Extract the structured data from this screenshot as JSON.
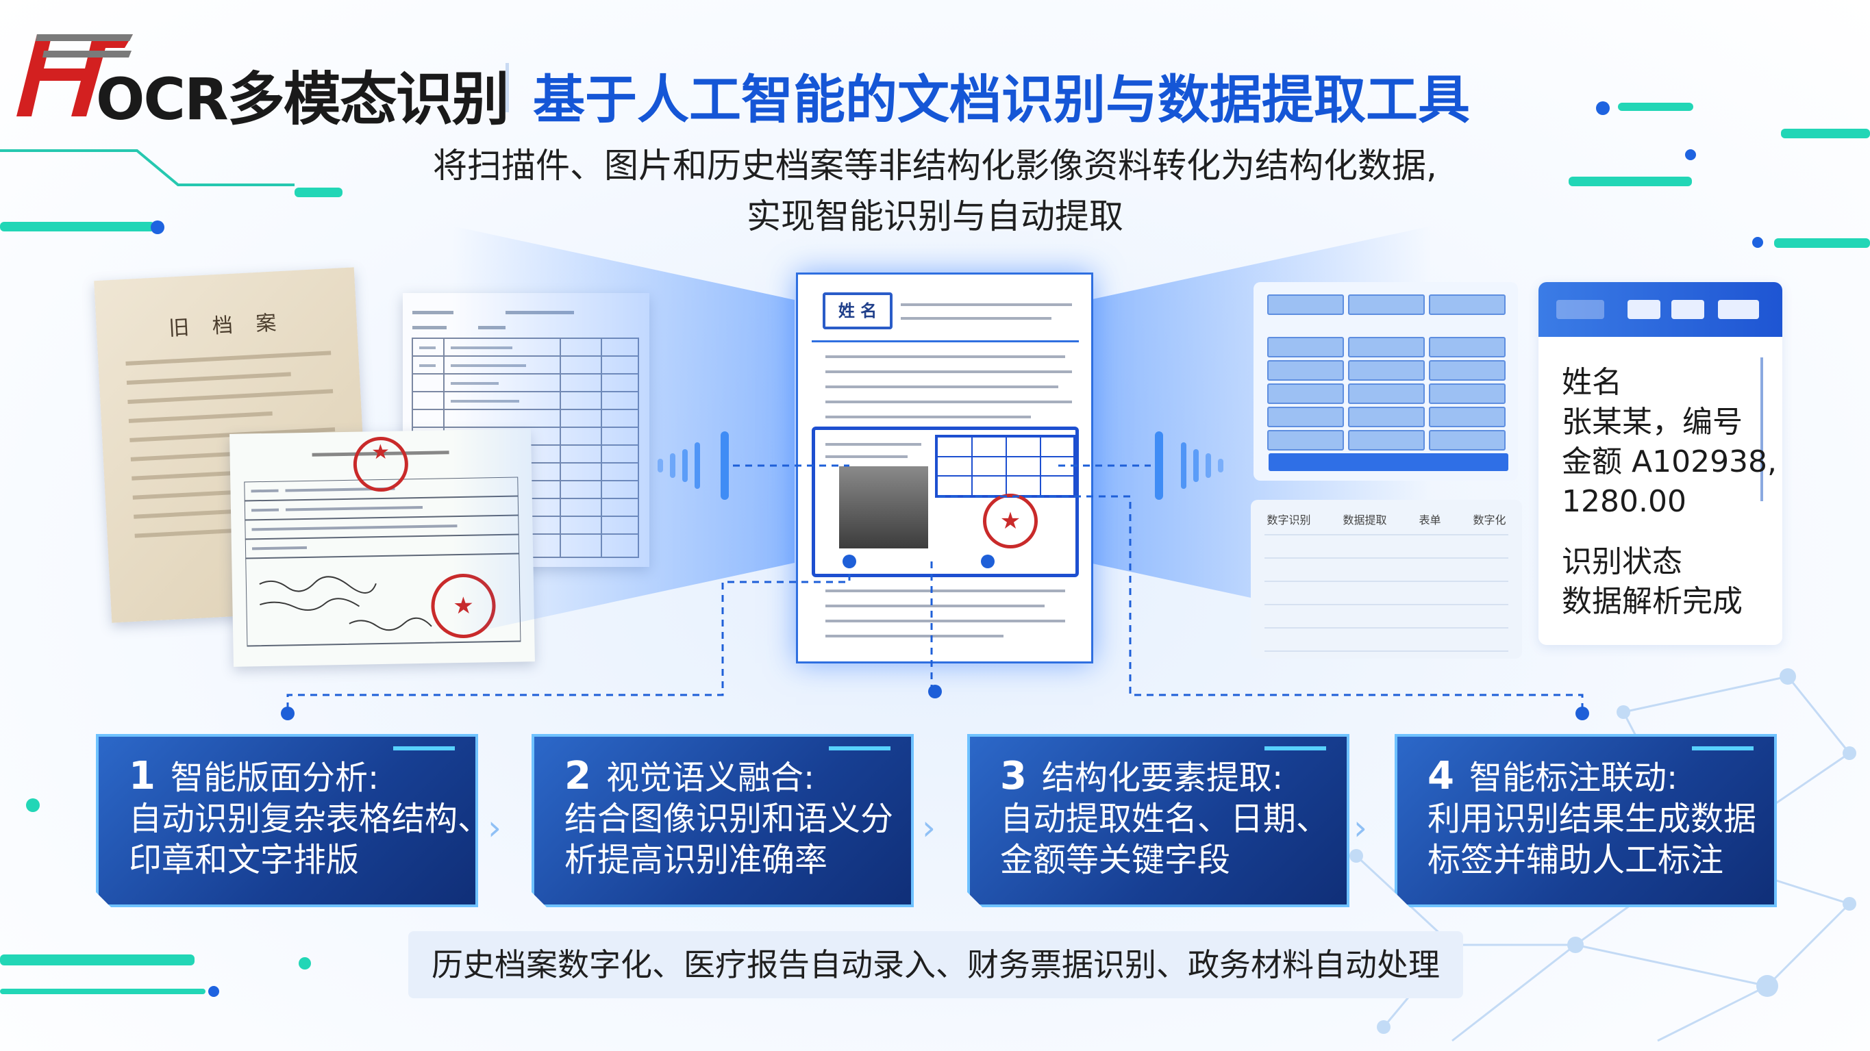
{
  "header": {
    "brand_title": "OCR多模态识别",
    "main_title": "基于人工智能的文档识别与数据提取工具",
    "subtitle_line1": "将扫描件、图片和历史档案等非结构化影像资料转化为结构化数据,",
    "subtitle_line2": "实现智能识别与自动提取"
  },
  "documents": {
    "old_archive_title": "旧 档 案",
    "center_doc_chip": "姓 名"
  },
  "result_card": {
    "line1": "姓名",
    "line2": "张某某，编号",
    "line3": "金额 A102938,",
    "line4": "1280.00",
    "line5": "识别状态",
    "line6": "数据解析完成"
  },
  "stat_panel": {
    "headers": [
      "数字识别",
      "数据提取",
      "表单",
      "数字化"
    ]
  },
  "steps": [
    {
      "num": "1",
      "title": "智能版面分析:",
      "line1": "自动识别复杂表格结构、",
      "line2": "印章和文字排版"
    },
    {
      "num": "2",
      "title": "视觉语义融合:",
      "line1": "结合图像识别和语义分",
      "line2": "析提高识别准确率"
    },
    {
      "num": "3",
      "title": "结构化要素提取:",
      "line1": "自动提取姓名、日期、",
      "line2": "金额等关键字段"
    },
    {
      "num": "4",
      "title": "智能标注联动:",
      "line1": "利用识别结果生成数据",
      "line2": "标签并辅助人工标注"
    }
  ],
  "scenarios": "历史档案数字化、医疗报告自动录入、财务票据识别、政务材料自动处理",
  "colors": {
    "accent_blue": "#1556d6",
    "card_blue": "#173f93",
    "teal": "#22d6b6",
    "seal_red": "#c92a2a"
  },
  "icons": [
    "logo-h-mark",
    "audio-wave-icon",
    "seal-icon",
    "chevron-right-icon"
  ]
}
